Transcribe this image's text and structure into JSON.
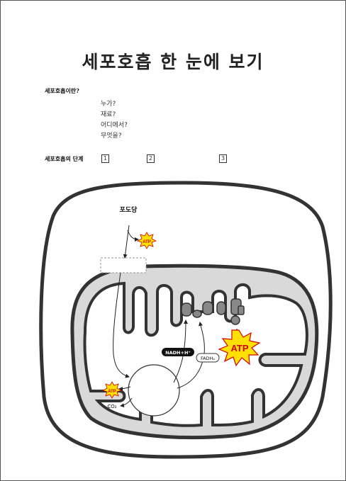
{
  "title": "세포호흡 한 눈에 보기",
  "intro": {
    "heading": "세포호흡이란?",
    "questions": [
      "누가?",
      "재료?",
      "어디에서?",
      "무엇을?"
    ]
  },
  "stages": {
    "heading": "세포호흡의 단계",
    "boxes": [
      "1",
      "2",
      "3"
    ]
  },
  "diagram": {
    "glucose_label": "포도당",
    "atp_small": "ATP",
    "atp_big": "ATP",
    "nadh_label": "NADH+H⁺",
    "fadh_label": "FADH₂",
    "co2_label": "CO₂"
  },
  "colors": {
    "matrix_fill": "#d9d9d9",
    "atp_fill": "#ffe000",
    "atp_text": "#d40000",
    "outline": "#333333"
  }
}
